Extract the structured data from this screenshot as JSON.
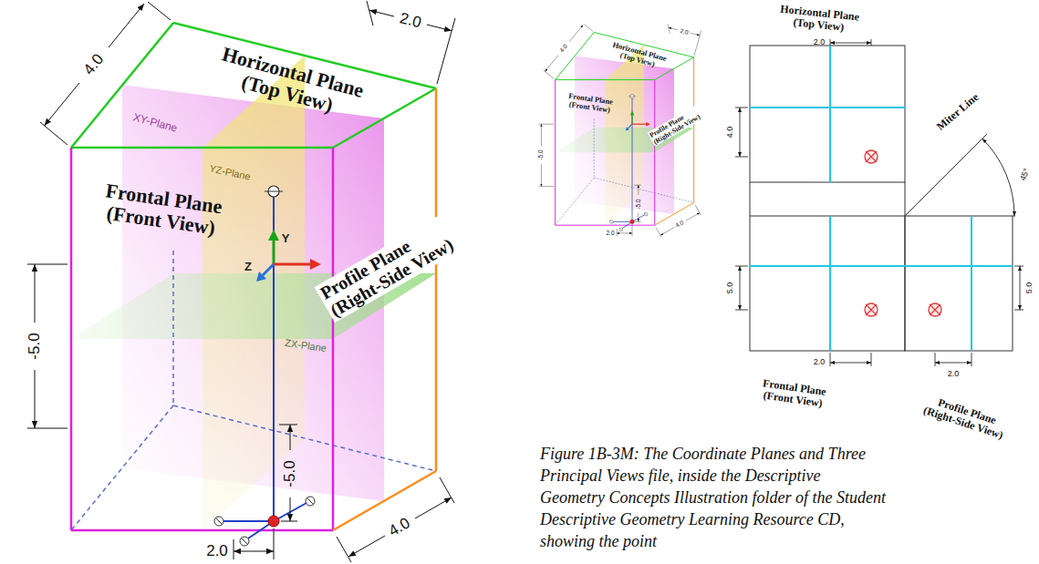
{
  "diagram": {
    "caption": "Figure 1B-3M: The Coordinate Planes and Three Principal Views file, inside the Descriptive Geometry Concepts Illustration folder of the Student Descriptive Geometry Learning Resource CD, showing the point",
    "labels": [
      "Horizontal Plane (Top View)",
      "2.0",
      "4.0",
      "XY-Plane",
      "YZ-Plane",
      "Frontal Plane (Front View)",
      "Profile Plane (Right-Side View)",
      "Y",
      "Z",
      "-5.0",
      "ZX-Plane",
      "-5.0",
      "2.0",
      "4.0",
      "Horizontal Plane (Top View)",
      "2.0",
      "4.0",
      "Frontal Plane (Front View)",
      "Profile Plane (Right-Side View)",
      "-5.0",
      "-5.0",
      "2.0",
      "4.0",
      "Horizontal Plane (Top View)",
      "2.0",
      "4.0",
      "Miter Line",
      "45°",
      "5.0",
      "Frontal Plane (Front View)",
      "2.0",
      "2.0",
      "Profile Plane (Right-Side View)",
      "5.0"
    ]
  }
}
